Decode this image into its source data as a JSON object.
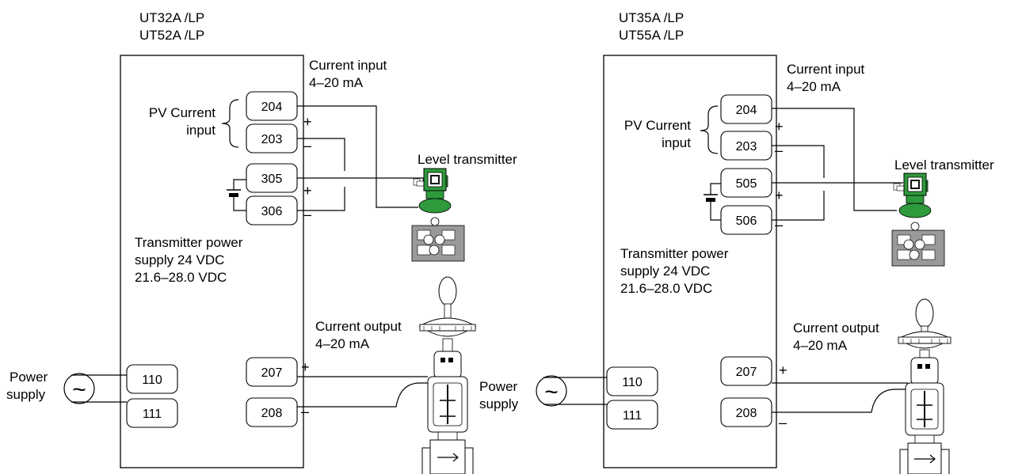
{
  "left_panel": {
    "model_line1": "UT32A /LP",
    "model_line2": "UT52A /LP",
    "current_input_label": "Current input",
    "current_input_range": "4–20 mA",
    "pv_label_line1": "PV Current",
    "pv_label_line2": "input",
    "terminals": {
      "t204": "204",
      "t203": "203",
      "t305": "305",
      "t306": "306",
      "t207": "207",
      "t208": "208",
      "t110": "110",
      "t111": "111"
    },
    "level_transmitter_label": "Level transmitter",
    "tx_power_line1": "Transmitter  power",
    "tx_power_line2": "supply 24 VDC",
    "tx_power_line3": "21.6–28.0 VDC",
    "current_output_label": "Current output",
    "current_output_range": "4–20 mA",
    "power_supply_line1": "Power",
    "power_supply_line2": "supply",
    "plus": "+",
    "minus": "–",
    "ac_symbol": "~"
  },
  "right_panel": {
    "model_line1": "UT35A /LP",
    "model_line2": "UT55A /LP",
    "current_input_label": "Current input",
    "current_input_range": "4–20 mA",
    "pv_label_line1": "PV Current",
    "pv_label_line2": "input",
    "terminals": {
      "t204": "204",
      "t203": "203",
      "t505": "505",
      "t506": "506",
      "t207": "207",
      "t208": "208",
      "t110": "110",
      "t111": "111"
    },
    "level_transmitter_label": "Level transmitter",
    "tx_power_line1": "Transmitter  power",
    "tx_power_line2": "supply 24 VDC",
    "tx_power_line3": "21.6–28.0 VDC",
    "current_output_label": "Current output",
    "current_output_range": "4–20 mA",
    "power_supply_line1": "Power",
    "power_supply_line2": "supply",
    "plus": "+",
    "minus": "–",
    "ac_symbol": "~"
  },
  "colors": {
    "transmitter_green": "#2e9a3c",
    "manifold_gray": "#9a9a9a"
  }
}
